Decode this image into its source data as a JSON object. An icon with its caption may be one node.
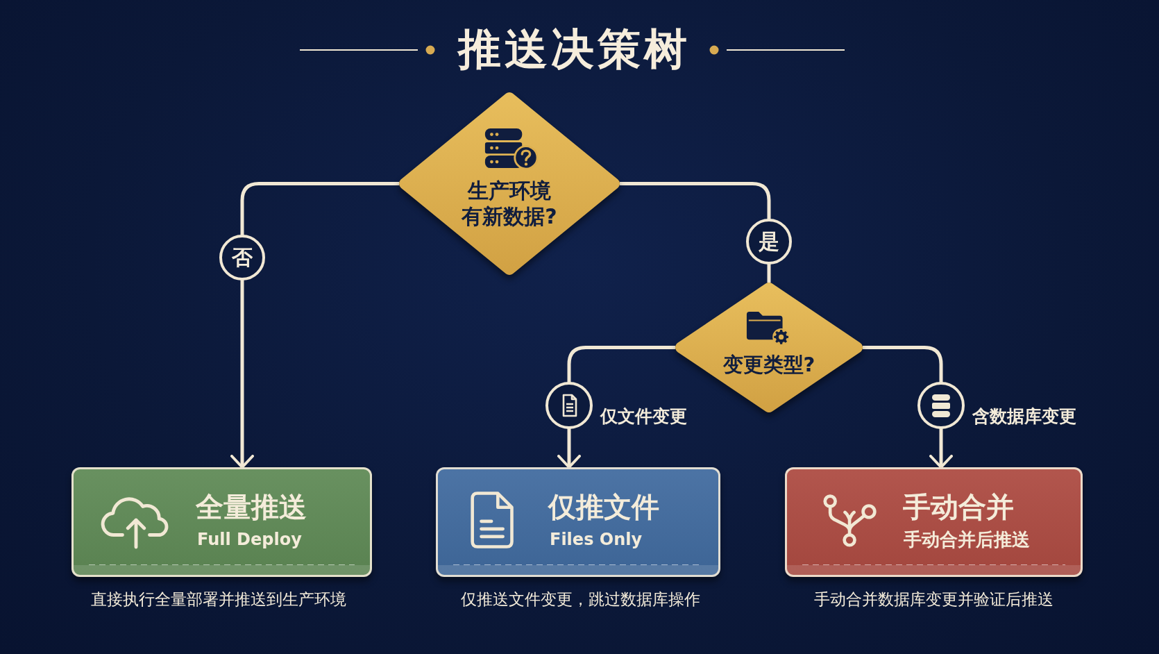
{
  "diagram": {
    "title": "推送决策树",
    "nodes": [
      {
        "text": [
          "生产环境有新数据?"
        ]
      },
      {
        "text": [
          "变更类型?"
        ]
      },
      {
        "text": [
          "全量推送",
          "Full Deploy"
        ],
        "beside": [
          "直接执行全量部署并推送到生产环境"
        ]
      },
      {
        "text": [
          "仅推文件",
          "Files Only"
        ],
        "beside": [
          "仅推送文件变更，跳过数据库操作"
        ]
      },
      {
        "text": [
          "手动合并",
          "手动合并后推送"
        ],
        "beside": [
          "手动合并数据库变更并验证后推送"
        ]
      }
    ],
    "edges": [
      {
        "from": 0,
        "to": 2,
        "arrow": "to",
        "label": "否"
      },
      {
        "from": 0,
        "to": 1,
        "arrow": "none",
        "label": "是"
      },
      {
        "from": 1,
        "to": 3,
        "arrow": "to",
        "label": "仅文件变更"
      },
      {
        "from": 1,
        "to": 4,
        "arrow": "to",
        "label": "含数据库变更"
      }
    ]
  }
}
